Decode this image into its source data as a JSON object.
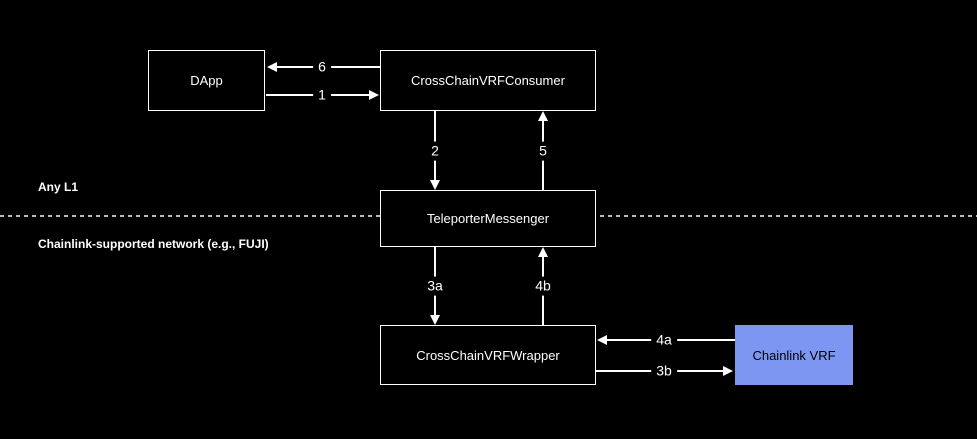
{
  "diagram": {
    "regions": {
      "top": "Any L1",
      "bottom": "Chainlink-supported network (e.g., FUJI)"
    },
    "nodes": {
      "dapp": "DApp",
      "consumer": "CrossChainVRFConsumer",
      "teleporter": "TeleporterMessenger",
      "wrapper": "CrossChainVRFWrapper",
      "chainlink_vrf": "Chainlink VRF"
    },
    "edges": {
      "step1": "1",
      "step2": "2",
      "step3a": "3a",
      "step3b": "3b",
      "step4a": "4a",
      "step4b": "4b",
      "step5": "5",
      "step6": "6"
    },
    "colors": {
      "background": "#000000",
      "node_border": "#ffffff",
      "node_text": "#ffffff",
      "arrow": "#ffffff",
      "chainlink_node_fill": "#7d96f1",
      "chainlink_node_text": "#000000",
      "boundary_line": "#b9b9b9"
    }
  }
}
